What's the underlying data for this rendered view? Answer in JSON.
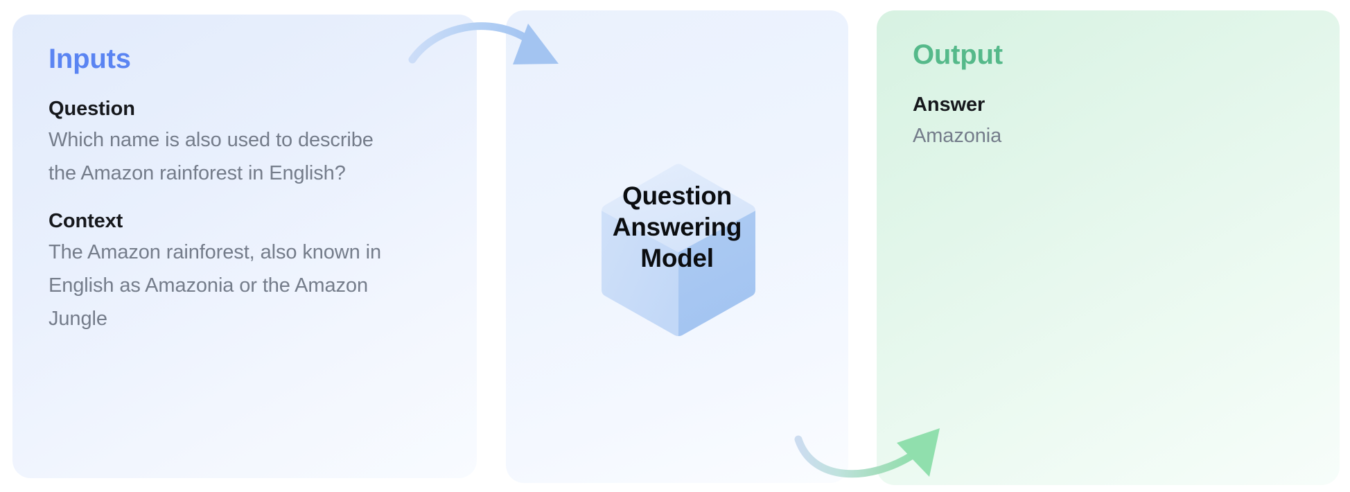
{
  "inputs": {
    "title": "Inputs",
    "fields": [
      {
        "label": "Question",
        "value": "Which name is also used to describe the Amazon rainforest in English?"
      },
      {
        "label": "Context",
        "value": "The Amazon rainforest, also known in English as Amazonia or the Amazon Jungle"
      }
    ]
  },
  "model": {
    "line1": "Question",
    "line2": "Answering",
    "line3": "Model",
    "cube_label": "question-answering-model"
  },
  "output": {
    "title": "Output",
    "fields": [
      {
        "label": "Answer",
        "value": "Amazonia"
      }
    ]
  },
  "arrows": {
    "input_to_model": "inputs-to-model-arrow",
    "model_to_output": "model-to-output-arrow"
  },
  "colors": {
    "inputs_accent": "#5a84f2",
    "output_accent": "#55b98a",
    "label_text": "#16181c",
    "value_text": "#747c8a",
    "inputs_card_bg": "#e2ebfb",
    "model_card_bg": "#eaf1fd",
    "output_card_bg": "#d7f2e2",
    "arrow_blue": "#a8c8f2",
    "arrow_green": "#94dfb0",
    "cube_top": "#dde8fa",
    "cube_left": "#c9dcf8",
    "cube_right": "#a8c8f2"
  }
}
